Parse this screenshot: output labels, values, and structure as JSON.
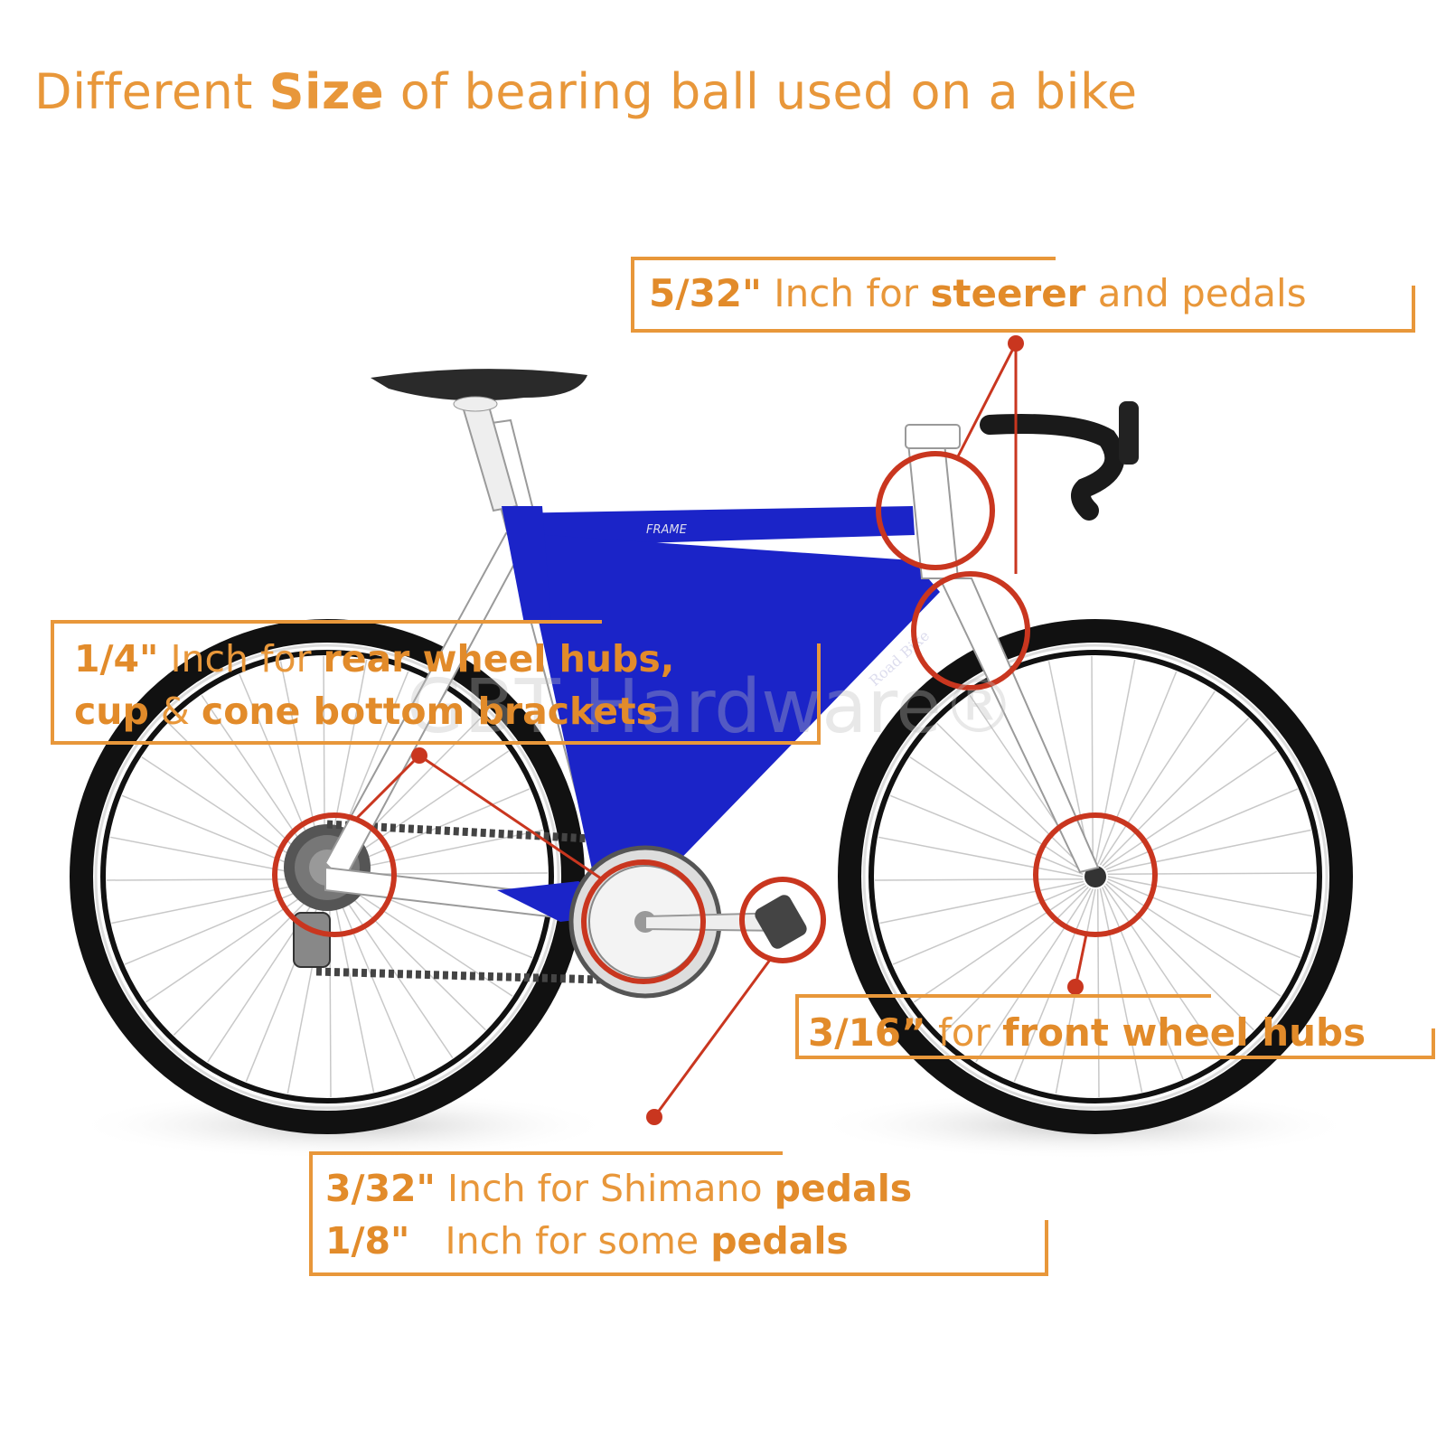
{
  "title": {
    "part1": "Different ",
    "part2_bold": "Size",
    "part3": " of bearing ball used on a bike"
  },
  "watermark": "GBT Hardware®",
  "frame_text": {
    "top_tube": "FRAME",
    "down_tube": "Road Bike"
  },
  "labels": {
    "steerer": {
      "size": "5/32\"",
      "text": " Inch for ",
      "bold": "steerer",
      "end": " and pedals"
    },
    "rear": {
      "size": "1/4\"",
      "text": " Inch for ",
      "bold1": "rear wheel hubs,",
      "bold2": "cup",
      "amp": " & ",
      "bold3": "cone bottom brackets"
    },
    "front": {
      "size": "3/16”",
      "text": " for ",
      "bold": "front wheel hubs"
    },
    "pedals": {
      "size1": "3/32\"",
      "text1": " Inch for Shimano ",
      "bold1": "pedals",
      "size2": "1/8\"",
      "text2": "   Inch for some ",
      "bold2": "pedals"
    }
  },
  "colors": {
    "accent_orange": "#e8973a",
    "frame_blue": "#1b24c8",
    "callout_red": "#c9361f",
    "tire_black": "#111111"
  }
}
